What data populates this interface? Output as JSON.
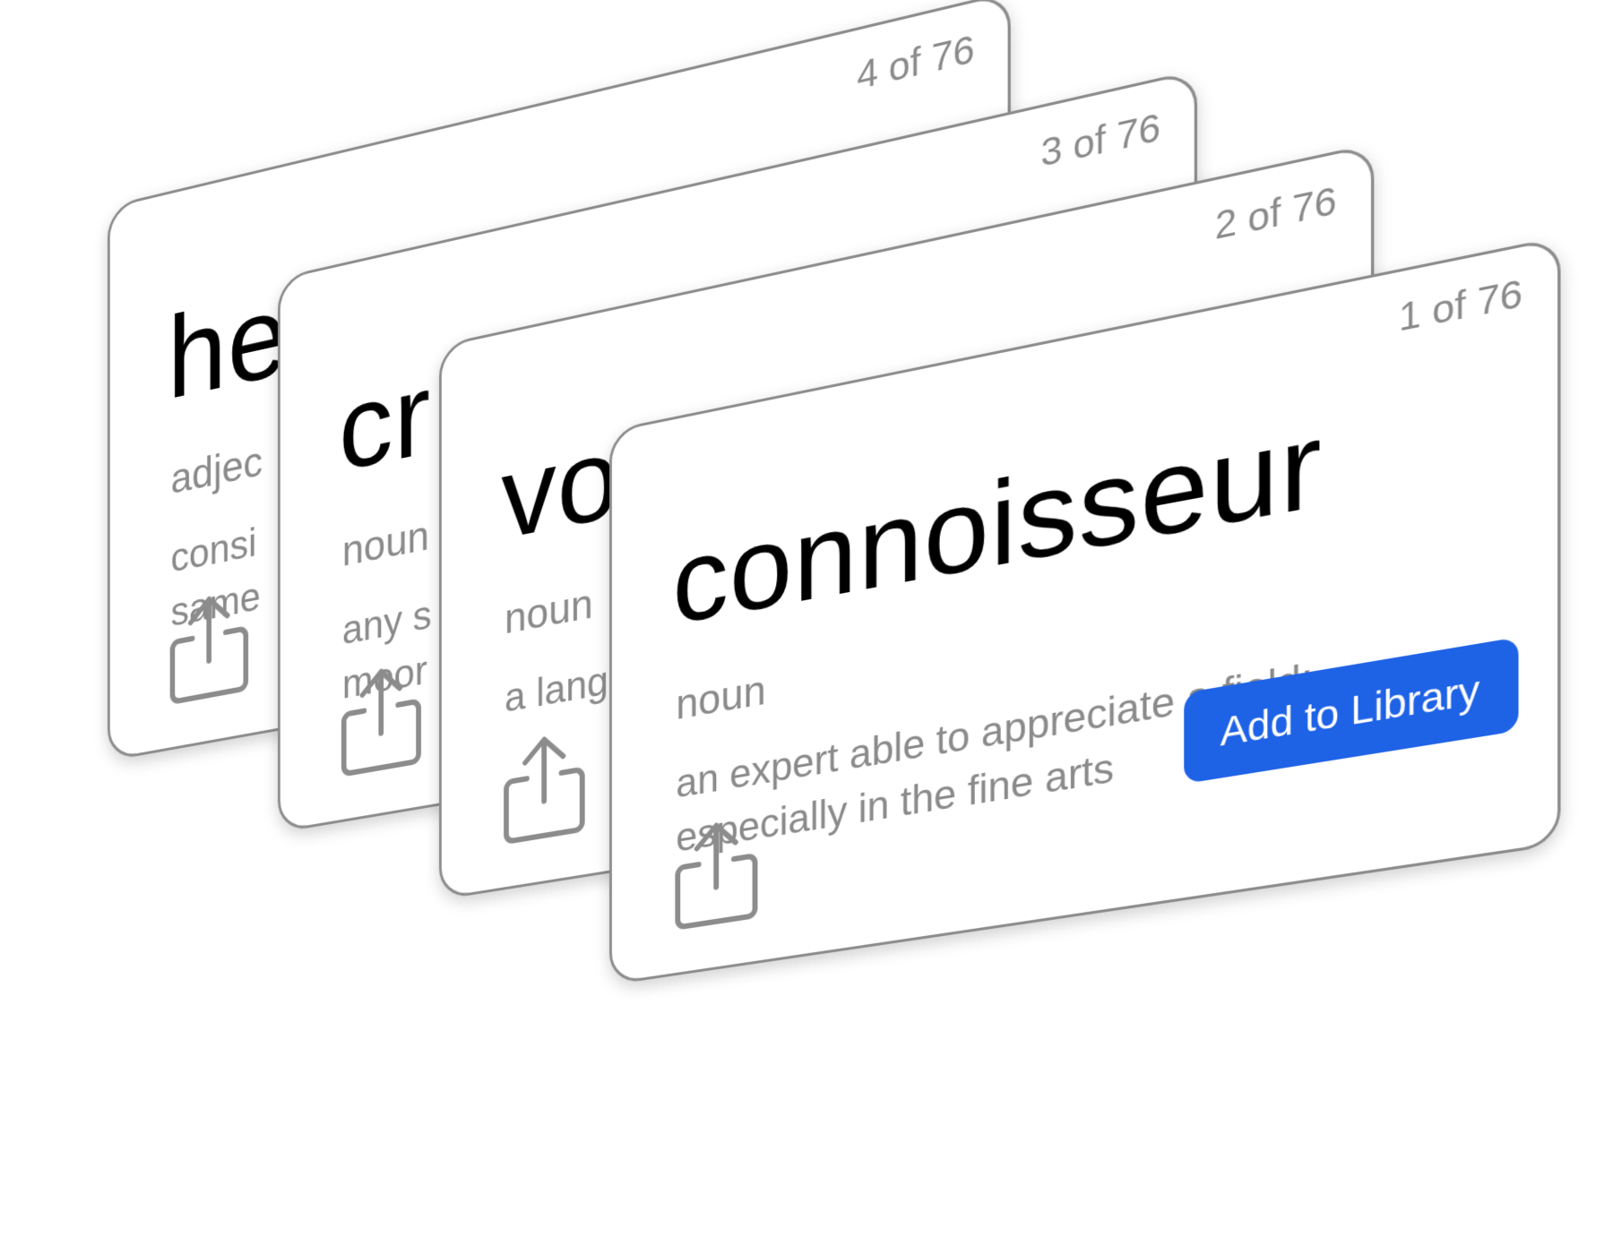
{
  "cards": [
    {
      "counter": "1 of 76",
      "word": "connoisseur",
      "part_of_speech": "noun",
      "definition": "an expert able to appreciate a field; especially in the fine arts",
      "add_button_label": "Add to Library",
      "share_icon": "share-icon"
    },
    {
      "counter": "2 of 76",
      "word": "vo",
      "part_of_speech": "noun",
      "definition": "a lang",
      "share_icon": "share-icon"
    },
    {
      "counter": "3 of 76",
      "word": "cr",
      "part_of_speech": "noun",
      "definition": "any s moor",
      "share_icon": "share-icon"
    },
    {
      "counter": "4 of 76",
      "word": "he",
      "part_of_speech": "adjec",
      "definition": "consi same",
      "share_icon": "share-icon"
    }
  ],
  "colors": {
    "card_border": "#8c8c8c",
    "muted_text": "#8a8a8a",
    "accent": "#1e62e6",
    "word_text": "#000000"
  }
}
